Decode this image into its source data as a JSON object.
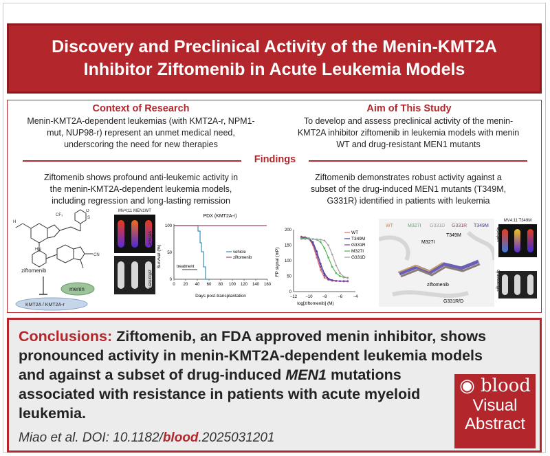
{
  "header": {
    "title_line1": "Discovery and Preclinical Activity of the Menin-KMT2A",
    "title_line2": "Inhibitor Ziftomenib in Acute Leukemia Models"
  },
  "context": {
    "title": "Context of Research",
    "text_line1": "Menin-KMT2A-dependent leukemias (with KMT2A-r, NPM1-",
    "text_line2": "mut, NUP98-r) represent an unmet medical need,",
    "text_line3": "underscoring the need for new therapies"
  },
  "aim": {
    "title": "Aim of This Study",
    "text_line1": "To develop and assess preclinical activity of the menin-",
    "text_line2": "KMT2A inhibitor ziftomenib in leukemia models with menin",
    "text_line3": "WT and drug-resistant MEN1 mutants"
  },
  "findings": {
    "title": "Findings",
    "left_line1": "Ziftomenib shows profound anti-leukemic activity in",
    "left_line2": "the menin-KMT2A-dependent leukemia models,",
    "left_line3": "including regression and long-lasting remission",
    "right_line1": "Ziftomenib demonstrates robust activity against a",
    "right_line2": "subset of the drug-induced MEN1 mutants (T349M,",
    "right_line3": "G331R) identified in patients with leukemia"
  },
  "fig_left": {
    "compound_label": "ziftomenib",
    "menin_label": "menin",
    "kmt2a_label": "KMT2A / KMT2A-r",
    "mouse_title": "MV4;11 MEN1WT",
    "vehicle_label": "vehicle",
    "ziftomenib_label": "ziftomenib"
  },
  "survival_chart": {
    "title": "PDX (KMT2A-r)",
    "ylabel": "Survival (%)",
    "xlabel": "Days post-transplantation",
    "treatment_label": "treatment",
    "y_ticks": [
      "0",
      "50",
      "100"
    ],
    "x_ticks": [
      "0",
      "20",
      "40",
      "60",
      "80",
      "100",
      "120",
      "140",
      "160"
    ],
    "legend": [
      "vehicle",
      "ziftomenib"
    ],
    "colors": {
      "vehicle": "#3a8fb7",
      "ziftomenib": "#a8456a"
    }
  },
  "chart_data": {
    "type": "line",
    "title": "",
    "xlabel": "log[ziftomenib] (M)",
    "ylabel": "FP signal (mP)",
    "xlim": [
      -12,
      -4
    ],
    "ylim": [
      0,
      200
    ],
    "x_ticks": [
      "−12",
      "−10",
      "−8",
      "−6",
      "−4"
    ],
    "y_ticks": [
      "0",
      "50",
      "100",
      "150",
      "200"
    ],
    "x": [
      -11,
      -10.5,
      -10,
      -9.5,
      -9,
      -8.5,
      -8,
      -7.5,
      -7,
      -6.5,
      -6,
      -5.5,
      -5
    ],
    "series": [
      {
        "name": "WT",
        "color": "#e06666",
        "values": [
          178,
          176,
          170,
          150,
          110,
          70,
          45,
          38,
          35,
          34,
          34,
          33,
          33
        ]
      },
      {
        "name": "T349M",
        "color": "#3b3b98",
        "values": [
          176,
          175,
          172,
          160,
          130,
          90,
          58,
          42,
          37,
          35,
          34,
          34,
          34
        ]
      },
      {
        "name": "G331R",
        "color": "#7b3fa0",
        "values": [
          175,
          174,
          170,
          155,
          120,
          80,
          52,
          40,
          36,
          35,
          34,
          34,
          34
        ]
      },
      {
        "name": "M327I",
        "color": "#4caf50",
        "values": [
          172,
          172,
          171,
          170,
          168,
          160,
          140,
          110,
          80,
          60,
          50,
          46,
          45
        ]
      },
      {
        "name": "G331D",
        "color": "#9e9e9e",
        "values": [
          170,
          170,
          170,
          170,
          169,
          168,
          165,
          150,
          120,
          85,
          60,
          48,
          44
        ]
      }
    ]
  },
  "structure": {
    "labels": [
      "WT",
      "M327I",
      "G331D",
      "G331R",
      "T349M"
    ],
    "label_colors": [
      "#e07b39",
      "#4caf50",
      "#9e9e9e",
      "#a8456a",
      "#3b3b98"
    ],
    "callout_m327i": "M327I",
    "callout_t349m": "T349M",
    "callout_zifto": "ziftomenib",
    "callout_g331": "G331R/D"
  },
  "fig_right_mice": {
    "title": "MV4;11 T349M",
    "vehicle_label": "vehicle",
    "ziftomenib_label": "ziftomenib"
  },
  "conclusions": {
    "label": "Conclusions:",
    "line1": "Ziftomenib, an FDA approved menin inhibitor, shows",
    "line2": "pronounced activity in menin-KMT2A-dependent leukemia models",
    "line3a": "and against a subset of drug-induced ",
    "line3b": "MEN1",
    "line3c": " mutations",
    "line4": "associated with resistance in patients with acute myeloid",
    "line5": "leukemia."
  },
  "citation": {
    "prefix": "Miao et al. DOI: 10.1182/",
    "journal": "blood",
    "suffix": ".2025031201"
  },
  "badge": {
    "brand": "blood",
    "line1": "Visual",
    "line2": "Abstract"
  }
}
